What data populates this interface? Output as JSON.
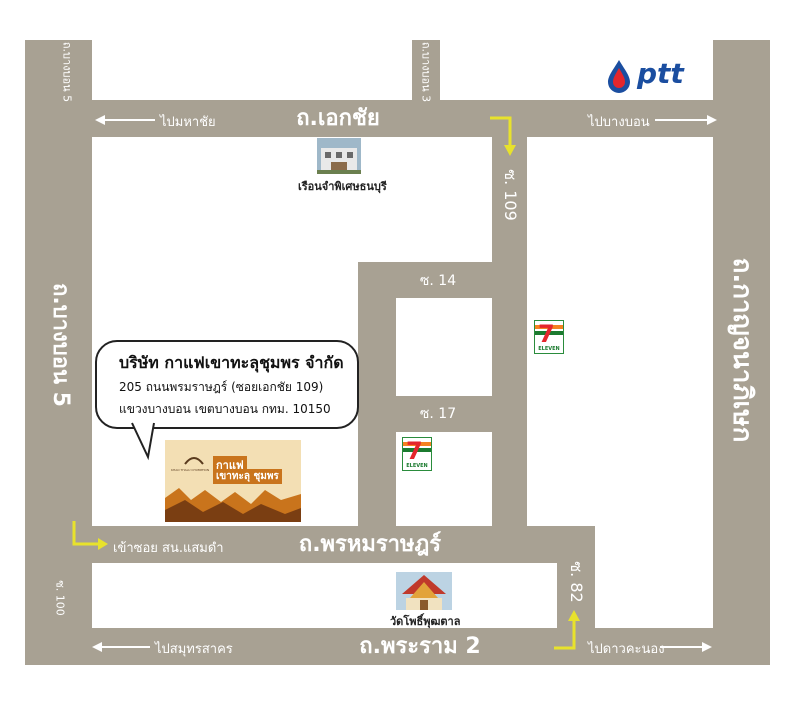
{
  "brand": {
    "logo_text": "ptt",
    "colors": {
      "red": "#e4262c",
      "blue": "#1b4ea0"
    }
  },
  "colors": {
    "road": "#a8a193",
    "arrow": "#e8e22c",
    "text_on_road": "#ffffff"
  },
  "roads": {
    "ekkachai": "ถ.เอกชัย",
    "prom_rat": "ถ.พรหมราษฎร์",
    "rama2": "ถ.พระราม 2",
    "kanchanaphisek": "ถ.กาญจนาภิเษก",
    "bang_bon5_main": "ถ.บางบอน 5",
    "bang_bon5_top": "ถ.บางบอน 5",
    "bang_bon3_top": "ถ.บางบอน 3",
    "soi109": "ซ. 109",
    "soi14": "ซ. 14",
    "soi17": "ซ. 17",
    "soi82": "ซ. 82",
    "soi100": "ซ. 100"
  },
  "directions": {
    "to_mahachai": "ไปมหาชัย",
    "to_bang_bon": "ไปบางบอน",
    "to_samut_sakhon": "ไปสมุทรสาคร",
    "to_dao_khanong": "ไปดาวคะนอง",
    "enter_soi": "เข้าซอย สน.แสมดำ"
  },
  "landmarks": {
    "museum": "เรือนจำพิเศษธนบุรี",
    "temple": "วัดโพธิ์พุฒตาล"
  },
  "stores": {
    "seven_text": "7",
    "eleven_text": "ELEVEN"
  },
  "company": {
    "name": "บริษัท กาแฟเขาทะลุชุมพร จำกัด",
    "address_line1": "205 ถนนพรมราษฎร์ (ซอยเอกชัย 109)",
    "address_line2": "แขวงบางบอน เขตบางบอน กทม. 10150",
    "sign_line1": "กาแฟ",
    "sign_line2": "เขาทะลุ ชุมพร",
    "sign_small": "KHAO THALU CHUMPHON"
  }
}
